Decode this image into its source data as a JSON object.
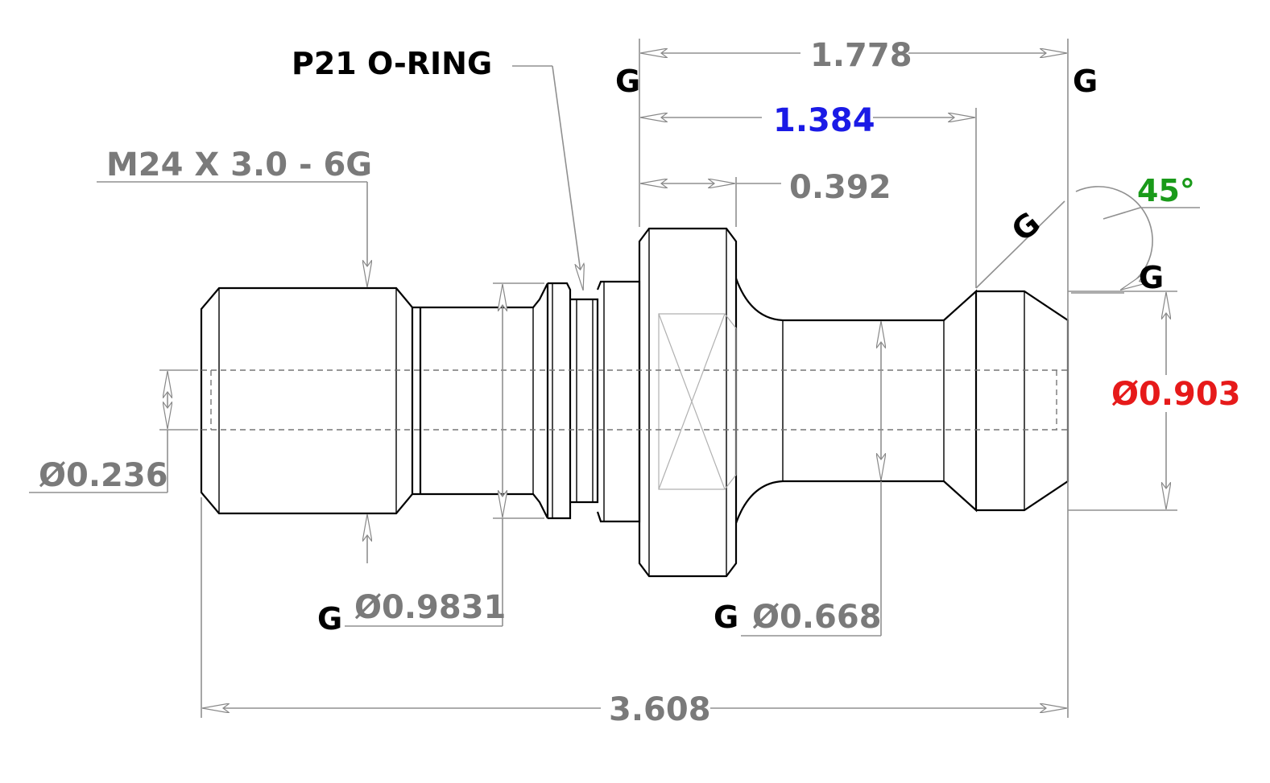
{
  "colors": {
    "dimension": "#7a7a7a",
    "label": "#000000",
    "highlight_blue": "#1a1ae6",
    "highlight_red": "#e61a1a",
    "highlight_green": "#1a9a1a"
  },
  "labels": {
    "oring_note": "P21 O-RING",
    "thread_note": "M24 X 3.0 - 6G",
    "g_symbol": "G"
  },
  "dimensions": {
    "overall_flange_to_end": "1.778",
    "flange_to_taper": "1.384",
    "flange_thickness": "0.392",
    "taper_angle": "45°",
    "head_diameter": "Ø0.903",
    "bore_diameter": "Ø0.236",
    "pilot_diameter": "Ø0.9831",
    "neck_diameter": "Ø0.668",
    "overall_length": "3.608"
  }
}
